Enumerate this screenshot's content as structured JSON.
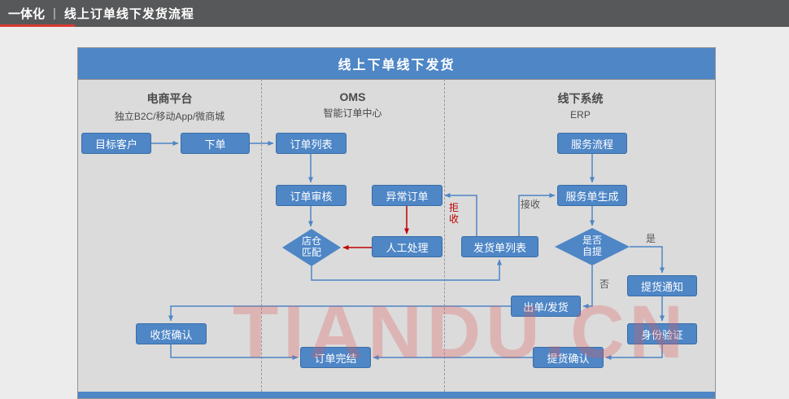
{
  "header": {
    "brand": "一体化",
    "separator": "|",
    "title": "线上订单线下发货流程"
  },
  "diagram": {
    "title": "线上下单线下发货",
    "lanes": [
      {
        "title": "电商平台",
        "subtitle": "独立B2C/移动App/微商城"
      },
      {
        "title": "OMS",
        "subtitle": "智能订单中心"
      },
      {
        "title": "线下系统",
        "subtitle": "ERP"
      }
    ],
    "nodes": {
      "target_customer": "目标客户",
      "place_order": "下单",
      "order_list": "订单列表",
      "order_review": "订单审核",
      "abnormal_order": "异常订单",
      "store_match": "店仓匹配",
      "manual_handle": "人工处理",
      "shipping_list": "发货单列表",
      "service_flow": "服务流程",
      "service_order": "服务单生成",
      "self_pickup": "是否自提",
      "pickup_notice": "提货通知",
      "identity_verify": "身份验证",
      "issue_ship": "出单/发货",
      "receipt_confirm": "收货确认",
      "order_complete": "订单完结",
      "pickup_confirm": "提货确认"
    },
    "edge_labels": {
      "reject": "拒收",
      "accept": "接收",
      "yes": "是",
      "no": "否"
    }
  },
  "watermark": "TIANDU.CN",
  "colors": {
    "accent_blue": "#4e86c6",
    "flow_red": "#c00000",
    "topbar_gray": "#57585a",
    "watermark_red": "rgba(224,90,90,0.30)",
    "canvas_gray": "#dbdbdb"
  }
}
